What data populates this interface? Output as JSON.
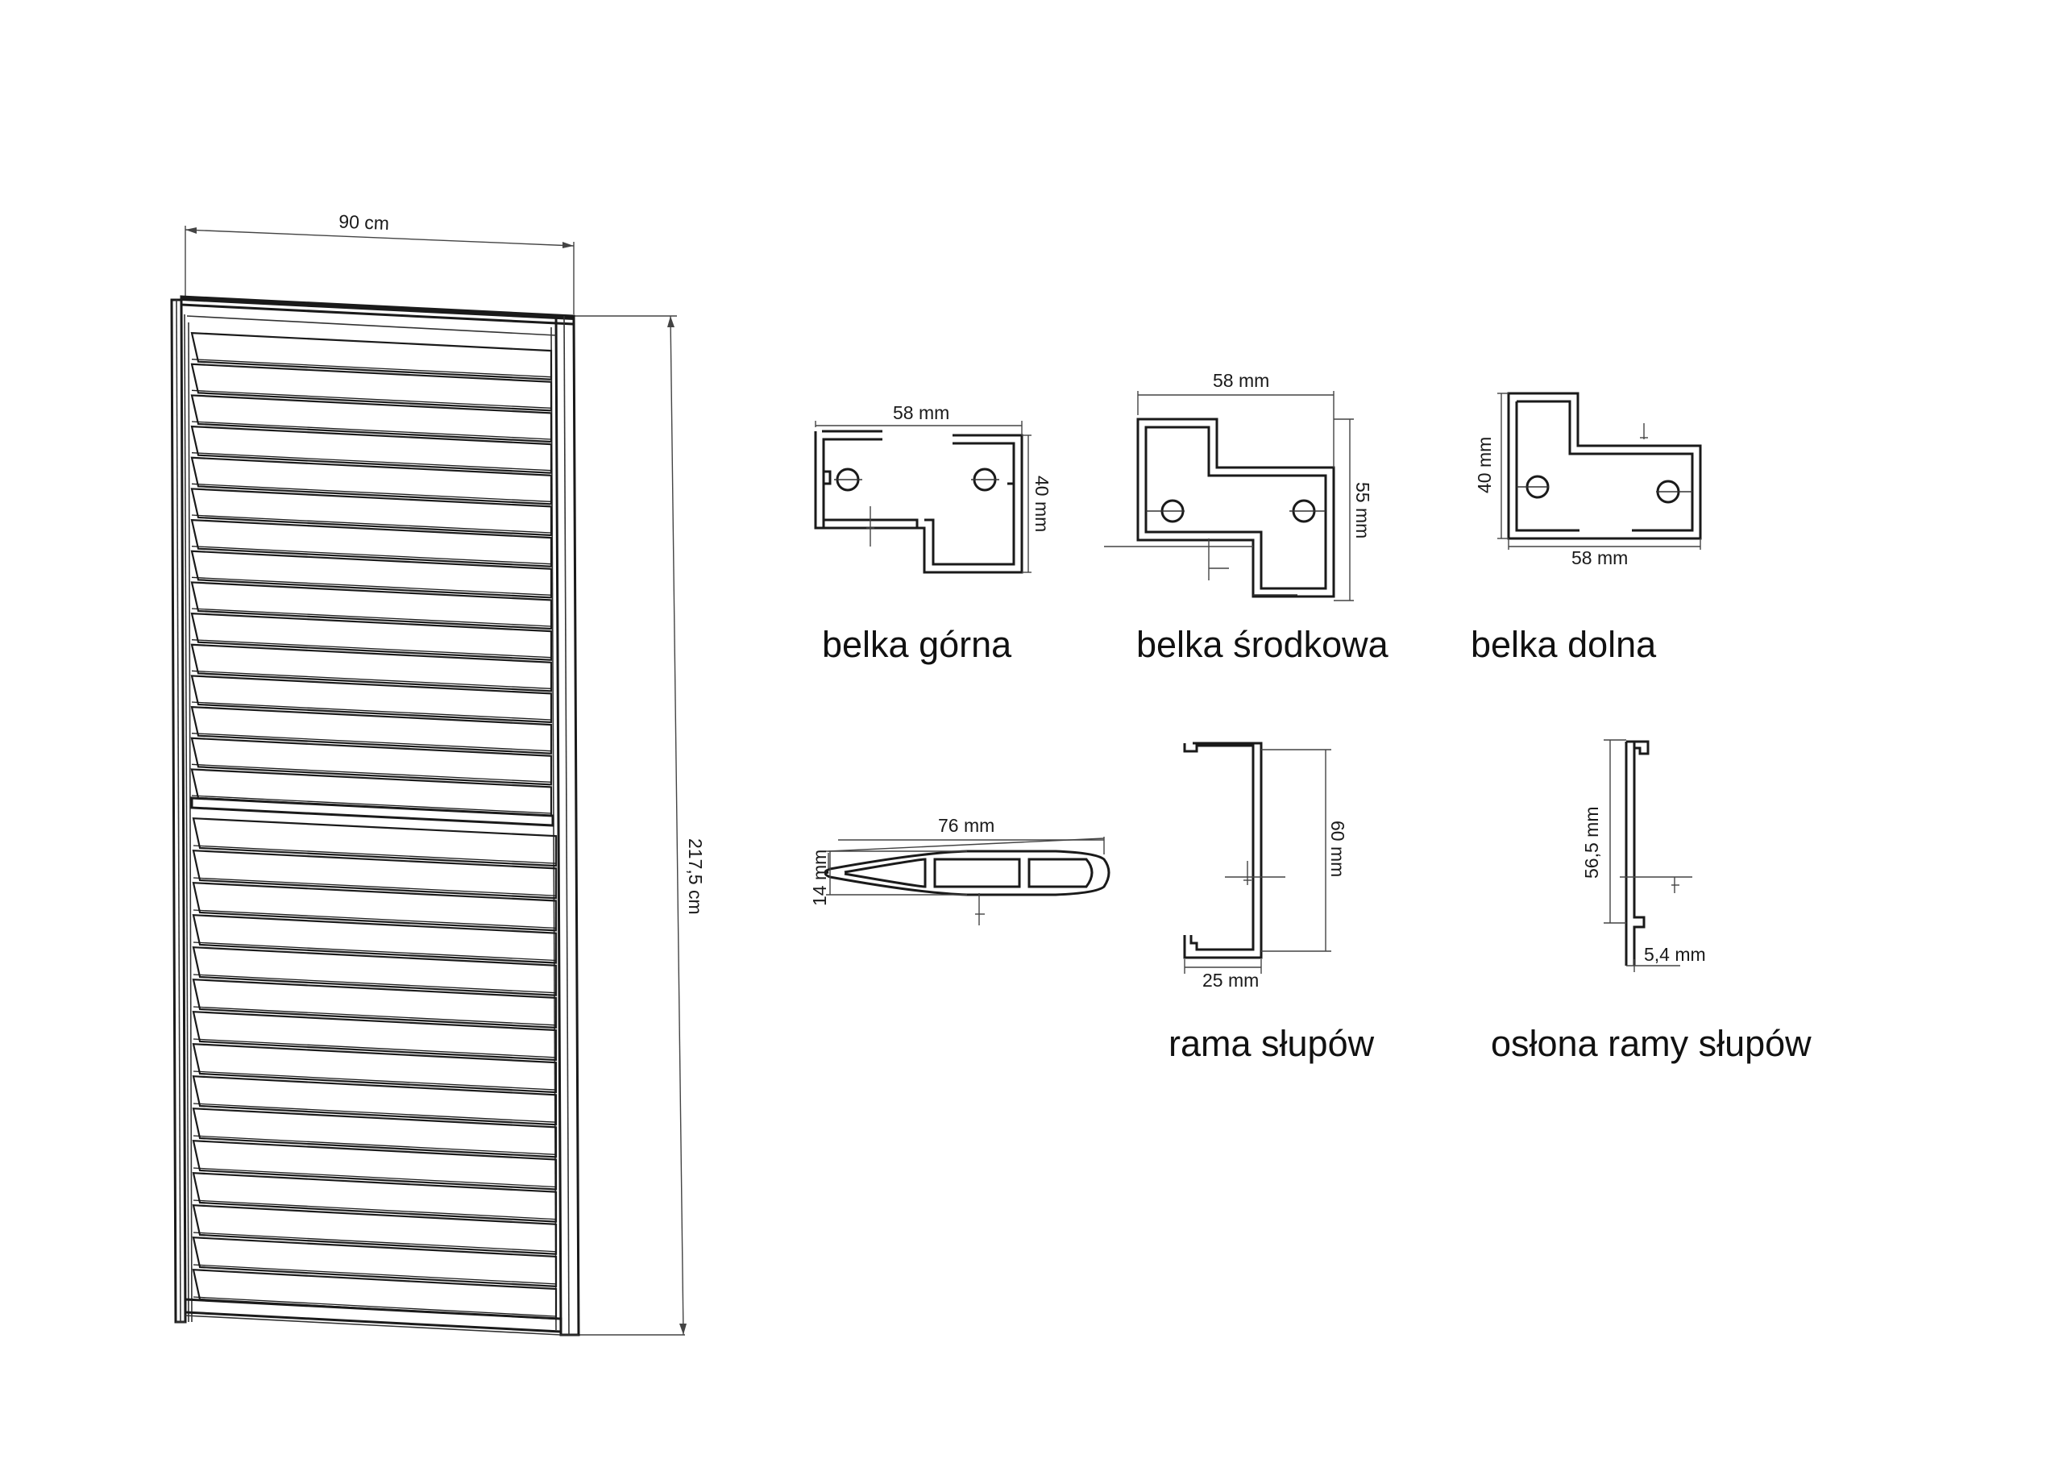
{
  "gate": {
    "width_label": "90 cm",
    "height_label": "217,5 cm",
    "upper_slats": 15,
    "lower_slats": 15
  },
  "profiles": {
    "belka_gorna": {
      "caption": "belka górna",
      "width_label": "58 mm",
      "height_label": "40 mm"
    },
    "belka_srodkowa": {
      "caption": "belka środkowa",
      "width_label": "58 mm",
      "height_label": "55 mm"
    },
    "belka_dolna": {
      "caption": "belka dolna",
      "width_label": "58 mm",
      "height_label": "40 mm"
    },
    "lamela": {
      "width_label": "76 mm",
      "height_label": "14 mm"
    },
    "rama_slupow": {
      "caption": "rama słupów",
      "width_label": "25 mm",
      "height_label": "60 mm"
    },
    "oslona_ramy_slupow": {
      "caption": "osłona ramy słupów",
      "width_label": "5,4 mm",
      "height_label": "56,5 mm"
    }
  },
  "colors": {
    "line": "#1a1a1a",
    "background": "#ffffff"
  }
}
